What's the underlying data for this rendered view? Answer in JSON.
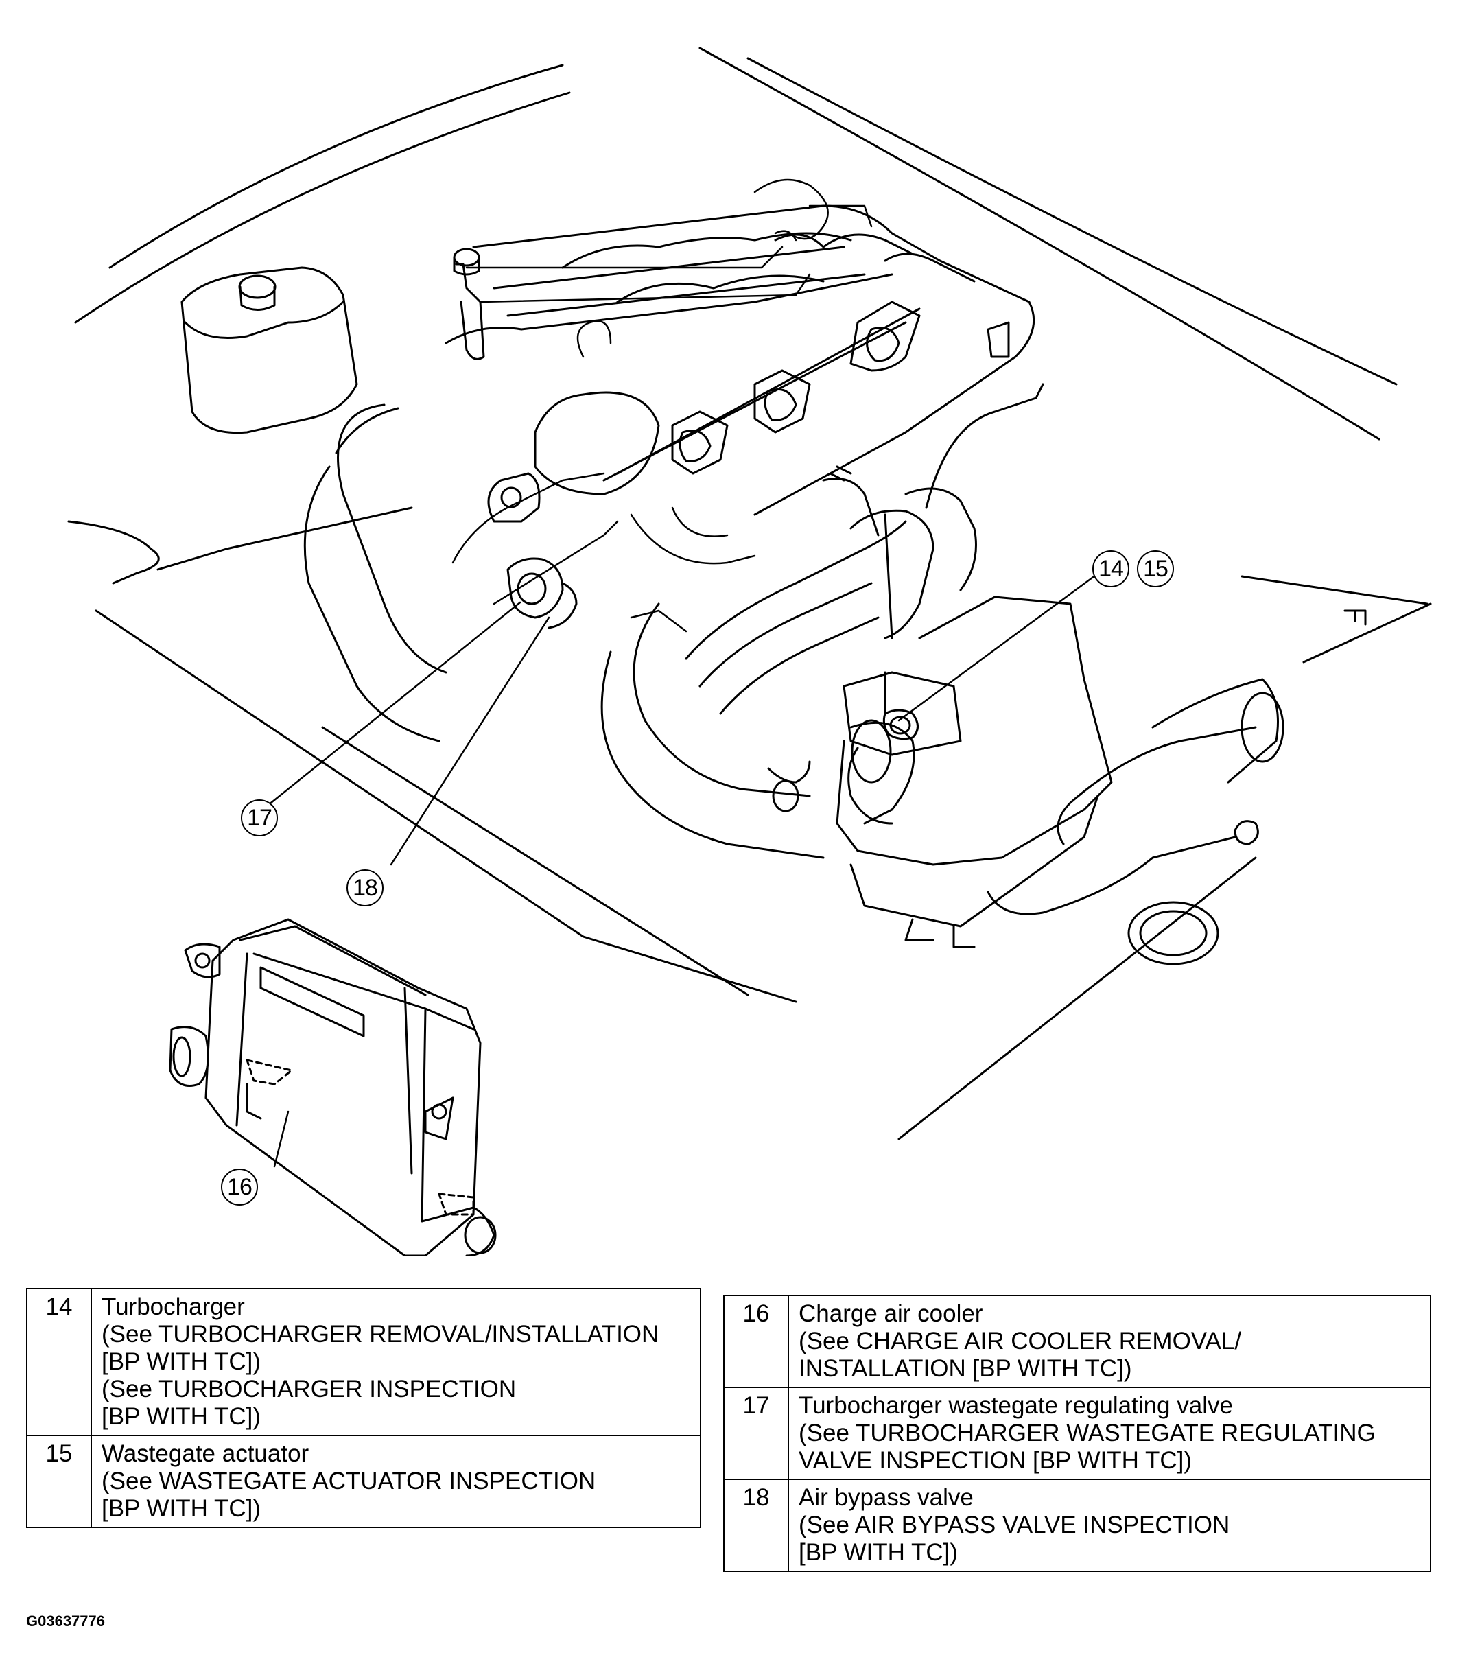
{
  "callouts": [
    {
      "id": "callout-14",
      "label": "14"
    },
    {
      "id": "callout-15",
      "label": "15"
    },
    {
      "id": "callout-16",
      "label": "16"
    },
    {
      "id": "callout-17",
      "label": "17"
    },
    {
      "id": "callout-18",
      "label": "18"
    }
  ],
  "legend_left": [
    {
      "num": "14",
      "lines": [
        "Turbocharger",
        "(See TURBOCHARGER REMOVAL/INSTALLATION",
        "[BP WITH TC])",
        "(See TURBOCHARGER INSPECTION",
        "[BP WITH TC])"
      ]
    },
    {
      "num": "15",
      "lines": [
        "Wastegate actuator",
        "(See WASTEGATE ACTUATOR INSPECTION",
        "[BP WITH TC])"
      ]
    }
  ],
  "legend_right": [
    {
      "num": "16",
      "lines": [
        "Charge air cooler",
        "(See CHARGE AIR COOLER REMOVAL/",
        "INSTALLATION [BP WITH TC])"
      ]
    },
    {
      "num": "17",
      "lines": [
        "Turbocharger wastegate regulating valve",
        "(See TURBOCHARGER WASTEGATE REGULATING",
        "VALVE INSPECTION [BP WITH TC])"
      ]
    },
    {
      "num": "18",
      "lines": [
        "Air bypass valve",
        "(See AIR BYPASS VALVE INSPECTION",
        "[BP WITH TC])"
      ]
    }
  ],
  "figure_code": "G03637776"
}
